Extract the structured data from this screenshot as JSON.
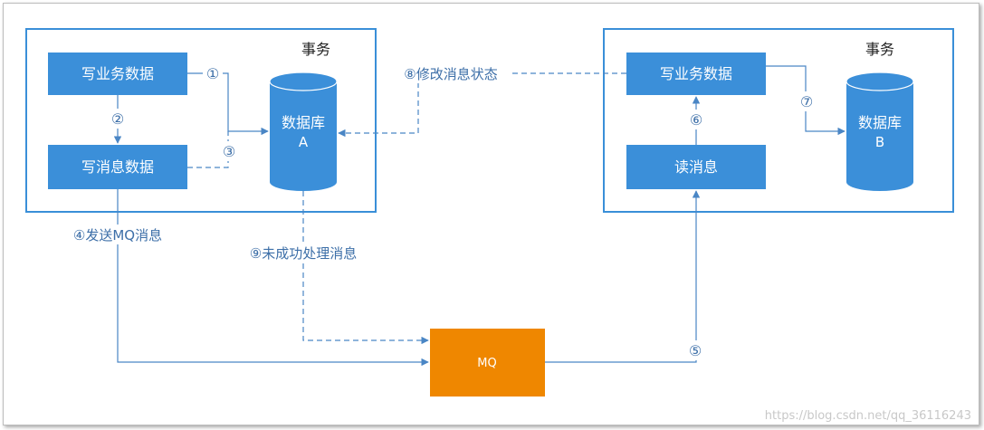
{
  "transaction_a": {
    "title": "事务"
  },
  "transaction_b": {
    "title": "事务"
  },
  "nodes": {
    "write_biz_a": "写业务数据",
    "write_msg": "写消息数据",
    "db_a_line1": "数据库",
    "db_a_line2": "A",
    "write_biz_b": "写业务数据",
    "read_msg": "读消息",
    "db_b_line1": "数据库",
    "db_b_line2": "B",
    "mq": "MQ"
  },
  "steps": {
    "s1": "①",
    "s2": "②",
    "s3": "③",
    "s4": "④发送MQ消息",
    "s5": "⑤",
    "s6": "⑥",
    "s7": "⑦",
    "s8": "⑧修改消息状态",
    "s9": "⑨未成功处理消息"
  },
  "watermark": "https://blog.csdn.net/qq_36116243",
  "colors": {
    "box_blue": "#3b8fd9",
    "frame_blue": "#3a8fd8",
    "line_blue": "#4a86c5",
    "mq_orange": "#ef8700",
    "label_text": "#3d6fa8"
  }
}
